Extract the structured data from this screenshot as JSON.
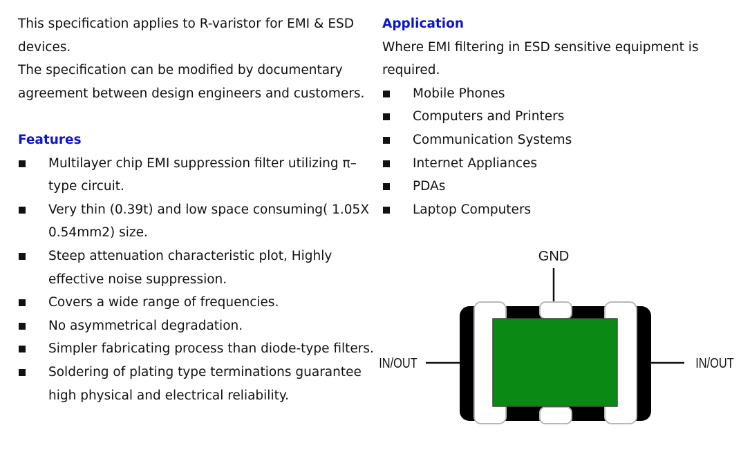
{
  "intro": {
    "line1": "This specification applies to R-varistor for EMI & ESD devices.",
    "line2": "The specification can be modified by documentary agreement between design engineers and customers."
  },
  "features": {
    "heading": "Features",
    "items": [
      "Multilayer chip EMI suppression filter utilizing π–type circuit.",
      "Very thin (0.39t) and low space consuming( 1.05X 0.54mm2) size.",
      "Steep attenuation characteristic plot, Highly effective noise suppression.",
      "Covers a wide range of frequencies.",
      "No asymmetrical degradation.",
      "Simpler fabricating process than diode-type filters.",
      "Soldering of plating type terminations guarantee high physical and electrical reliability."
    ]
  },
  "application": {
    "heading": "Application",
    "description": "Where EMI filtering in ESD sensitive equipment is required.",
    "items": [
      "Mobile Phones",
      "Computers and Printers",
      "Communication Systems",
      "Internet Appliances",
      "PDAs",
      "Laptop Computers"
    ]
  },
  "diagram": {
    "gnd_label": "GND",
    "left_label": "IN/OUT",
    "right_label": "IN/OUT",
    "colors": {
      "body": "#000000",
      "element": "#0a8a14",
      "terminal": "#ffffff"
    }
  }
}
